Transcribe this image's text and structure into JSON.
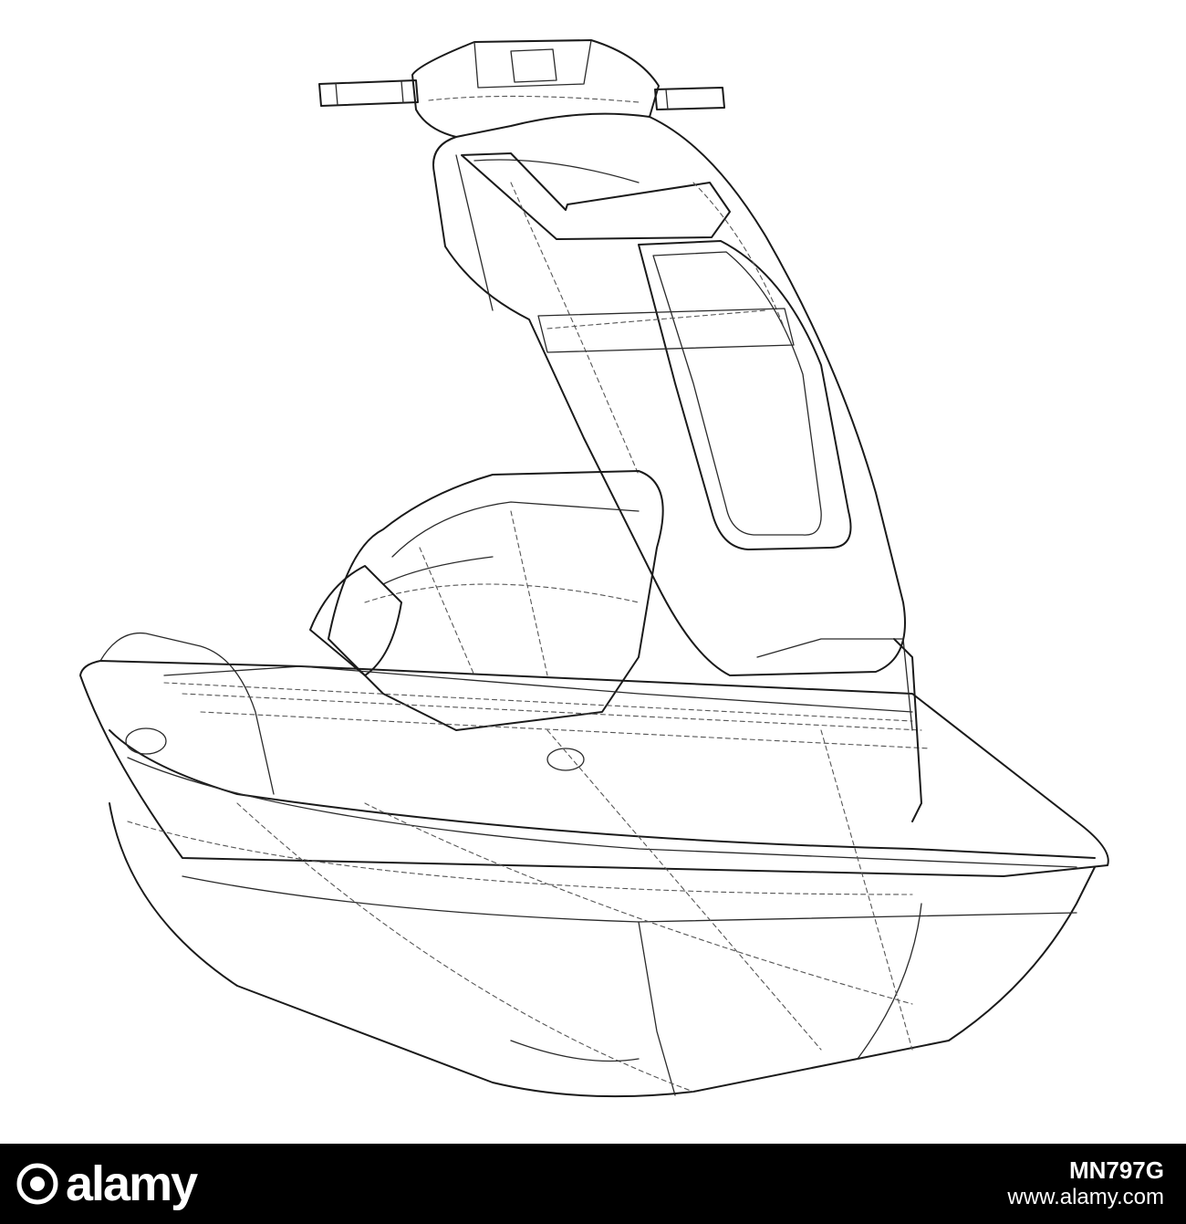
{
  "footer": {
    "logo_text": "alamy",
    "image_id": "MN797G",
    "url": "www.alamy.com"
  },
  "colors": {
    "footer_background": "#000000",
    "footer_text": "#ffffff",
    "line_color": "#1a1a1a"
  }
}
